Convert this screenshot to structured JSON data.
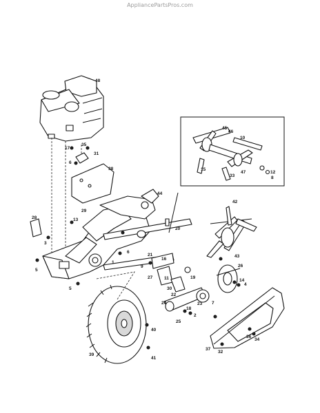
{
  "watermark": "AppliancePartsPros.com",
  "callouts": [
    "48",
    "35",
    "17",
    "31",
    "6",
    "38",
    "44",
    "29",
    "28",
    "13",
    "3",
    "5",
    "1",
    "6",
    "21",
    "20",
    "9",
    "16",
    "27",
    "11",
    "19",
    "30",
    "5",
    "42",
    "43",
    "26",
    "14",
    "4",
    "22",
    "24",
    "23",
    "18",
    "25",
    "2",
    "7",
    "39",
    "40",
    "41",
    "37",
    "32",
    "36",
    "34",
    "45",
    "46",
    "10",
    "15",
    "47",
    "33",
    "12",
    "8"
  ]
}
